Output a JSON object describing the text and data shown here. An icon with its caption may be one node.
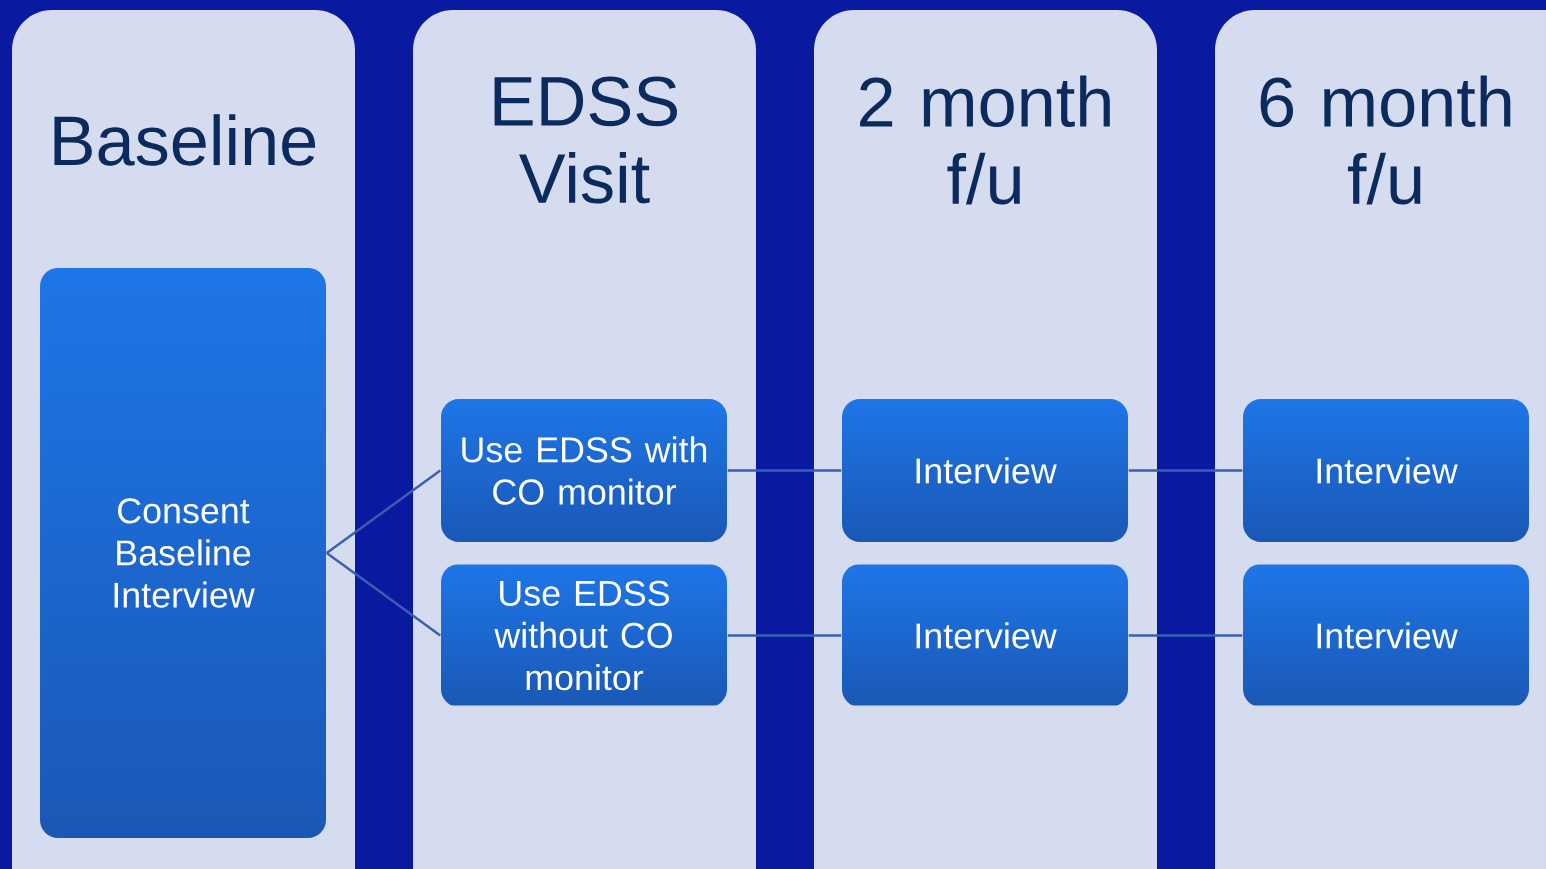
{
  "diagram": {
    "nodes": [
      {
        "text": [
          "Baseline"
        ]
      },
      {
        "text": [
          "Consent Baseline Interview"
        ],
        "in": 0
      },
      {
        "text": [
          "EDSS Visit"
        ]
      },
      {
        "text": [
          "Use EDSS with CO monitor"
        ],
        "in": 2
      },
      {
        "text": [
          "Use EDSS without CO monitor"
        ],
        "in": 2
      },
      {
        "text": [
          "2 month f/u"
        ]
      },
      {
        "text": [
          "Interview"
        ],
        "in": 5
      },
      {
        "text": [
          "Interview"
        ],
        "in": 5
      },
      {
        "text": [
          "6 month f/u"
        ]
      },
      {
        "text": [
          "Interview"
        ],
        "in": 8
      },
      {
        "text": [
          "Interview"
        ],
        "in": 8
      }
    ],
    "edges": [
      {
        "from": 1,
        "to": 3,
        "arrow": "none"
      },
      {
        "from": 1,
        "to": 4,
        "arrow": "none"
      },
      {
        "from": 3,
        "to": 6,
        "arrow": "none"
      },
      {
        "from": 4,
        "to": 7,
        "arrow": "none"
      },
      {
        "from": 6,
        "to": 9,
        "arrow": "none"
      },
      {
        "from": 7,
        "to": 10,
        "arrow": "none"
      }
    ]
  }
}
